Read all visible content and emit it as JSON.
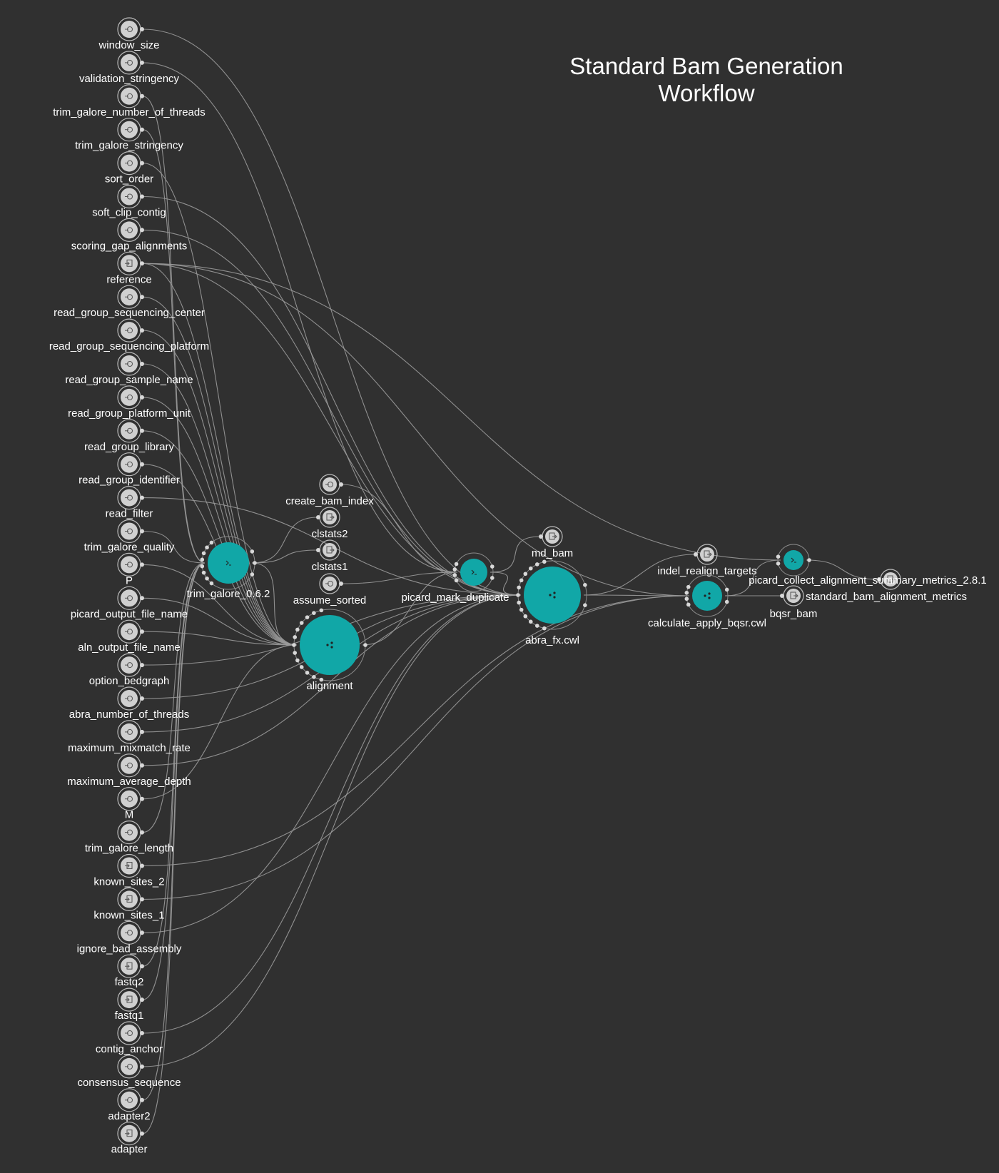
{
  "title": {
    "line1": "Standard Bam Generation",
    "line2": "Workflow"
  },
  "colors": {
    "background": "#303030",
    "step_fill": "#11a7a7",
    "io_fill": "#d0d0d0",
    "edge": "#9a9a9a",
    "label": "#ffffff"
  },
  "inputs": [
    "window_size",
    "validation_stringency",
    "trim_galore_number_of_threads",
    "trim_galore_stringency",
    "sort_order",
    "soft_clip_contig",
    "scoring_gap_alignments",
    "reference",
    "read_group_sequencing_center",
    "read_group_sequencing_platform",
    "read_group_sample_name",
    "read_group_platform_unit",
    "read_group_library",
    "read_group_identifier",
    "read_filter",
    "trim_galore_quality",
    "P",
    "picard_output_file_name",
    "aln_output_file_name",
    "option_bedgraph",
    "abra_number_of_threads",
    "maximum_mixmatch_rate",
    "maximum_average_depth",
    "M",
    "trim_galore_length",
    "known_sites_2",
    "known_sites_1",
    "ignore_bad_assembly",
    "fastq2",
    "fastq1",
    "contig_anchor",
    "consensus_sequence",
    "adapter2",
    "adapter"
  ],
  "file_inputs": [
    "reference",
    "known_sites_2",
    "known_sites_1",
    "fastq2",
    "fastq1",
    "adapter"
  ],
  "steps": [
    {
      "id": "trim_galore",
      "label": "trim_galore_0.6.2",
      "kind": "tool"
    },
    {
      "id": "alignment",
      "label": "alignment",
      "kind": "workflow"
    },
    {
      "id": "picard_mark_duplicate",
      "label": "picard_mark_duplicate",
      "kind": "tool"
    },
    {
      "id": "abra_fx",
      "label": "abra_fx.cwl",
      "kind": "workflow"
    },
    {
      "id": "calculate_apply_bqsr",
      "label": "calculate_apply_bqsr.cwl",
      "kind": "workflow"
    },
    {
      "id": "picard_collect",
      "label": "picard_collect_alignment_summary_metrics_2.8.1",
      "kind": "tool"
    }
  ],
  "intermediate_inputs": [
    {
      "id": "create_bam_index",
      "label": "create_bam_index"
    },
    {
      "id": "assume_sorted",
      "label": "assume_sorted"
    }
  ],
  "outputs": [
    {
      "id": "clstats2",
      "label": "clstats2"
    },
    {
      "id": "clstats1",
      "label": "clstats1"
    },
    {
      "id": "md_bam",
      "label": "md_bam"
    },
    {
      "id": "indel_realign_targets",
      "label": "indel_realign_targets"
    },
    {
      "id": "bqsr_bam",
      "label": "bqsr_bam"
    },
    {
      "id": "standard_bam_alignment_metrics",
      "label": "standard_bam_alignment_metrics"
    }
  ],
  "edges": [
    [
      "window_size",
      "abra_fx"
    ],
    [
      "validation_stringency",
      "picard_mark_duplicate"
    ],
    [
      "trim_galore_number_of_threads",
      "trim_galore"
    ],
    [
      "trim_galore_stringency",
      "trim_galore"
    ],
    [
      "sort_order",
      "alignment"
    ],
    [
      "soft_clip_contig",
      "abra_fx"
    ],
    [
      "scoring_gap_alignments",
      "abra_fx"
    ],
    [
      "reference",
      "alignment"
    ],
    [
      "reference",
      "abra_fx"
    ],
    [
      "reference",
      "calculate_apply_bqsr"
    ],
    [
      "reference",
      "picard_collect"
    ],
    [
      "read_group_sequencing_center",
      "alignment"
    ],
    [
      "read_group_sequencing_platform",
      "alignment"
    ],
    [
      "read_group_sample_name",
      "alignment"
    ],
    [
      "read_group_platform_unit",
      "alignment"
    ],
    [
      "read_group_library",
      "alignment"
    ],
    [
      "read_group_identifier",
      "alignment"
    ],
    [
      "read_filter",
      "abra_fx"
    ],
    [
      "trim_galore_quality",
      "trim_galore"
    ],
    [
      "P",
      "alignment"
    ],
    [
      "picard_output_file_name",
      "alignment"
    ],
    [
      "aln_output_file_name",
      "alignment"
    ],
    [
      "option_bedgraph",
      "abra_fx"
    ],
    [
      "abra_number_of_threads",
      "abra_fx"
    ],
    [
      "maximum_mixmatch_rate",
      "abra_fx"
    ],
    [
      "maximum_average_depth",
      "abra_fx"
    ],
    [
      "M",
      "alignment"
    ],
    [
      "trim_galore_length",
      "trim_galore"
    ],
    [
      "known_sites_2",
      "calculate_apply_bqsr"
    ],
    [
      "known_sites_1",
      "calculate_apply_bqsr"
    ],
    [
      "ignore_bad_assembly",
      "abra_fx"
    ],
    [
      "fastq2",
      "trim_galore"
    ],
    [
      "fastq1",
      "trim_galore"
    ],
    [
      "contig_anchor",
      "abra_fx"
    ],
    [
      "consensus_sequence",
      "abra_fx"
    ],
    [
      "adapter2",
      "trim_galore"
    ],
    [
      "adapter",
      "trim_galore"
    ],
    [
      "trim_galore",
      "clstats2"
    ],
    [
      "trim_galore",
      "clstats1"
    ],
    [
      "trim_galore",
      "alignment"
    ],
    [
      "create_bam_index",
      "picard_mark_duplicate"
    ],
    [
      "assume_sorted",
      "picard_mark_duplicate"
    ],
    [
      "alignment",
      "picard_mark_duplicate"
    ],
    [
      "picard_mark_duplicate",
      "md_bam"
    ],
    [
      "picard_mark_duplicate",
      "abra_fx"
    ],
    [
      "abra_fx",
      "indel_realign_targets"
    ],
    [
      "abra_fx",
      "calculate_apply_bqsr"
    ],
    [
      "calculate_apply_bqsr",
      "bqsr_bam"
    ],
    [
      "calculate_apply_bqsr",
      "picard_collect"
    ],
    [
      "picard_collect",
      "standard_bam_alignment_metrics"
    ]
  ]
}
